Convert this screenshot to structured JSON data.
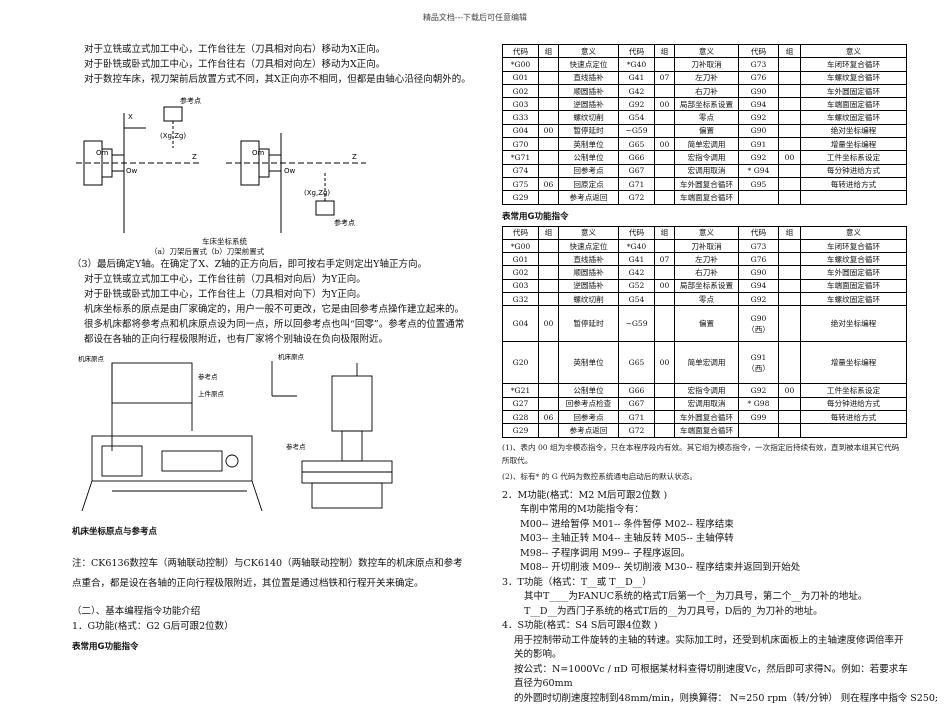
{
  "header": "精品文档---下载后可任意编辑",
  "left": {
    "para_a": [
      "对于立铣或立式加工中心，工作台往左（刀具相对向右）移动为X正向。",
      "对于卧铣或卧式加工中心，工作台往右（刀具相对向左）移动为X正向。",
      "对于数控车床，视刀架前后放置方式不同，其X正向亦不相同，但都是由轴心沿径向朝外的。"
    ],
    "fig1_labels": [
      "参考点",
      "(Xg,Zg)",
      "Z",
      "X",
      "Z",
      "Om",
      "Ow",
      "Om",
      "Ow",
      "(Xg,Zg)",
      "参考点"
    ],
    "fig1_caption": [
      "车床坐标系统",
      "（a）刀架后置式（b）刀架前置式"
    ],
    "para_b": [
      "（3）最后确定Y轴。在确定了X、Z轴的正方向后，即可按右手定则定出Y轴正方向。",
      "对于立铣或立式加工中心，工作台往前（刀具相对向后）为Y正向。",
      "对于卧铣或卧式加工中心，工作台往上（刀具相对向下）为Y正向。",
      "机床坐标系的原点是由厂家确定的，用户一般不可更改，它是由回参考点操作建立起来的。很多机床都将参考点和机床原点设为同一点，所以回参考点也叫“回零”。参考点的位置通常都设在各轴的正向行程极限附近，也有厂家将个别轴设在负向极限附近。"
    ],
    "fig2_labels": [
      "机床原点",
      "参考点",
      "上件原点",
      "参考点",
      "机床原点"
    ],
    "fig2_caption": "机床坐标原点与参考点",
    "para_c": "注：CK6136数控车（两轴联动控制）与CK6140（两轴联动控制）数控车的机床原点和参考点重合，都是设在各轴的正向行程极限附近，其位置是通过档铁和行程开关来确定。",
    "section": "（二）、基本编程指令功能介绍",
    "item1": "1．G功能(格式：G2  G后可跟2位数）",
    "table_title": "表常用G功能指令"
  },
  "right": {
    "table_headers": [
      "代码",
      "组",
      "意义",
      "代码",
      "组",
      "意义",
      "代码",
      "组",
      "意义"
    ],
    "table1_rows": [
      [
        "*G00",
        "",
        "快速点定位",
        "*G40",
        "",
        "刀补取消",
        "G73",
        "",
        "车闭环复合循环"
      ],
      [
        "G01",
        "",
        "直线插补",
        "G41",
        "07",
        "左刀补",
        "G76",
        "",
        "车螺纹复合循环"
      ],
      [
        "G02",
        "",
        "顺圆插补",
        "G42",
        "",
        "右刀补",
        "G90",
        "",
        "车外圆固定循环"
      ],
      [
        "G03",
        "",
        "逆圆插补",
        "G92",
        "00",
        "局部坐标系设置",
        "G94",
        "",
        "车端面固定循环"
      ],
      [
        "G33",
        "",
        "螺纹切削",
        "G54",
        "",
        "零点",
        "G92",
        "",
        "车螺纹固定循环"
      ],
      [
        "G04",
        "00",
        "暂停延时",
        "~G59",
        "",
        "偏置",
        "G90",
        "",
        "绝对坐标编程"
      ],
      [
        "G70",
        "",
        "英制单位",
        "G65",
        "00",
        "简单宏调用",
        "G91",
        "",
        "增量坐标编程"
      ],
      [
        "*G71",
        "",
        "公制单位",
        "G66",
        "",
        "宏指令调用",
        "G92",
        "00",
        "工件坐标系设定"
      ],
      [
        "G74",
        "",
        "回参考点",
        "G67",
        "",
        "宏调用取消",
        "* G94",
        "",
        "每分钟进给方式"
      ],
      [
        "G75",
        "06",
        "回原定点",
        "G71",
        "",
        "车外圆复合循环",
        "G95",
        "",
        "每转进给方式"
      ],
      [
        "G29",
        "",
        "参考点返回",
        "G72",
        "",
        "车端面复合循环",
        "",
        "",
        ""
      ]
    ],
    "table2_title": "表常用G功能指令",
    "table2_rows": [
      [
        "*G00",
        "",
        "快速点定位",
        "*G40",
        "",
        "刀补取消",
        "G73",
        "",
        "车闭环复合循环"
      ],
      [
        "G01",
        "",
        "直线插补",
        "G41",
        "07",
        "左刀补",
        "G76",
        "",
        "车螺纹复合循环"
      ],
      [
        "G02",
        "",
        "顺圆插补",
        "G42",
        "",
        "右刀补",
        "G90",
        "",
        "车外圆固定循环"
      ],
      [
        "G03",
        "",
        "逆圆插补",
        "G52",
        "00",
        "局部坐标系设置",
        "G94",
        "",
        "车端面固定循环"
      ],
      [
        "G32",
        "",
        "螺纹切削",
        "G54",
        "",
        "零点",
        "G92",
        "",
        "车螺纹固定循环"
      ]
    ],
    "t2_g04": [
      "G04",
      "00",
      "暂停延时",
      "~G59",
      "偏置",
      "G90",
      "（西）",
      "绝对坐标编程"
    ],
    "t2_g20": [
      "G20",
      "英制单位",
      "G65",
      "00",
      "简单宏调用",
      "G91",
      "（西）",
      "增量坐标编程"
    ],
    "table2_tail": [
      [
        "*G21",
        "",
        "公制单位",
        "G66",
        "",
        "宏指令调用",
        "G92",
        "00",
        "工件坐标系设定"
      ],
      [
        "G27",
        "",
        "回参考点检查",
        "G67",
        "",
        "宏调用取消",
        "* G98",
        "",
        "每分钟进给方式"
      ],
      [
        "G28",
        "06",
        "回参考点",
        "G71",
        "",
        "车外圆复合循环",
        "G99",
        "",
        "每转进给方式"
      ],
      [
        "G29",
        "",
        "参考点返回",
        "G72",
        "",
        "车端面复合循环",
        "",
        "",
        ""
      ]
    ],
    "notes": [
      "(1)、表内 00 组为非模态指令，只在本程序段内有效。其它组为模态指令，一次指定后持续有效，直到被本组其它代码所取代。",
      "(2)、标有* 的 G 代码为数控系统通电启动后的默认状态。"
    ],
    "m_title": "2．M功能(格式：M2   M后可跟2位数 )",
    "m_intro": "车削中常用的M功能指令有：",
    "m_lines": [
      "M00-- 进给暂停    M01-- 条件暂停    M02-- 程序结束",
      "M03-- 主轴正转    M04-- 主轴反转    M05-- 主轴停转",
      "M98-- 子程序调用    M99-- 子程序返回。",
      "M08-- 开切削液    M09-- 关切削液    M30-- 程序结束并返回到开始处"
    ],
    "t_title": "3．T功能（格式：T__或 T__D__）",
    "t_lines": [
      "其中T____为FANUC系统的格式T后第一个__为刀具号，第二个__为刀补的地址。",
      "T__D__为西门子系统的格式T后的__为刀具号，D后的_为刀补的地址。"
    ],
    "s_title": "4．S功能(格式：S4   S后可跟4位数 )",
    "s_lines": [
      "用于控制带动工件旋转的主轴的转速。实际加工时，还受到机床面板上的主轴速度修调倍率开关的影响。",
      "按公式：N=1000Vc / πD 可根据某材料查得切削速度Vc，然后即可求得N。例如：若要求车直径为60mm",
      "的外圆时切削速度控制到48mm/min，则换算得：         N=250 rpm（转/分钟）    则在程序中指令 S250;"
    ]
  }
}
